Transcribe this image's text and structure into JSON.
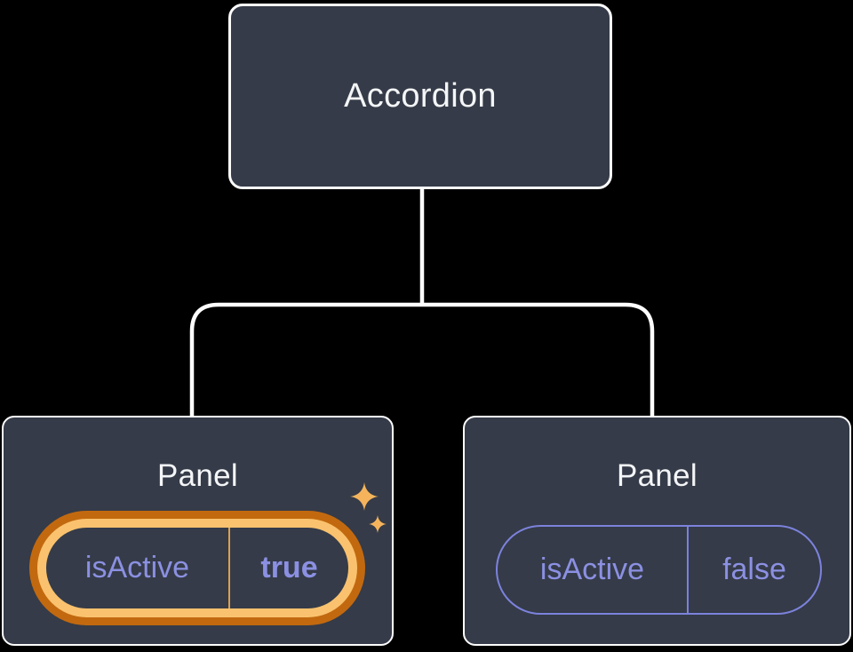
{
  "diagram": {
    "kind": "component-tree",
    "tree": {
      "root": {
        "label": "Accordion"
      },
      "panels": [
        {
          "label": "Panel",
          "prop": {
            "name": "isActive",
            "value": "true"
          },
          "highlighted": true
        },
        {
          "label": "Panel",
          "prop": {
            "name": "isActive",
            "value": "false"
          },
          "highlighted": false
        }
      ]
    },
    "icons": {
      "sparkle_large": "sparkle-icon",
      "sparkle_small": "sparkle-icon"
    },
    "colors": {
      "background": "#000000",
      "node_fill": "#353B48",
      "node_border": "#FCFCFD",
      "connector": "#FFFFFF",
      "label_text": "#F3F5F7",
      "prop_text": "#8B90E2",
      "prop_pill_border": "#7C82DC",
      "highlight_ring_outer": "#C2690F",
      "highlight_ring_inner": "#FAC26E",
      "highlight_divider": "#DDA04F",
      "sparkle": "#F5B45C"
    }
  }
}
